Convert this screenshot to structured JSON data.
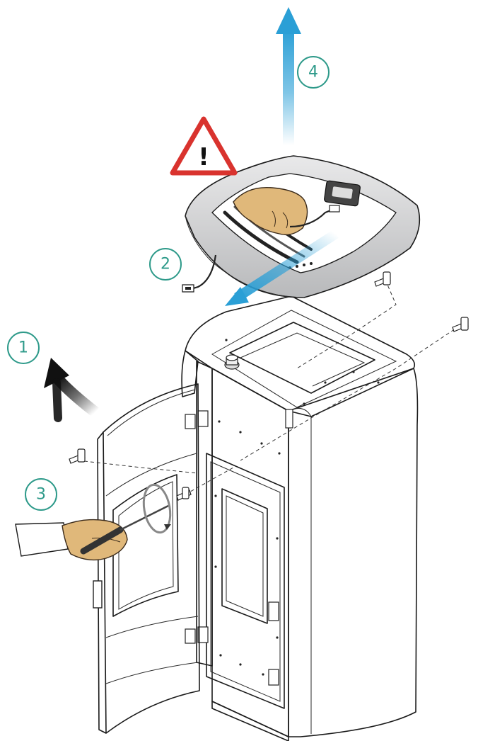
{
  "colors": {
    "accent": "#2e9a8a",
    "arrow_blue": "#2a9fd6",
    "warning_red": "#d9332e",
    "outline": "#1a1a1a",
    "glove": "#e0b87a"
  },
  "icons": {
    "warning": "warning-triangle-icon",
    "lift_arrow": "arrow-up-icon",
    "disconnect_arrow": "arrow-down-left-icon",
    "open_door_arrow": "curved-arrow-icon"
  },
  "steps": [
    {
      "label": "1",
      "action": "open-door"
    },
    {
      "label": "2",
      "action": "disconnect-cable"
    },
    {
      "label": "3",
      "action": "unscrew"
    },
    {
      "label": "4",
      "action": "lift-top"
    }
  ],
  "warning_symbol": "!"
}
